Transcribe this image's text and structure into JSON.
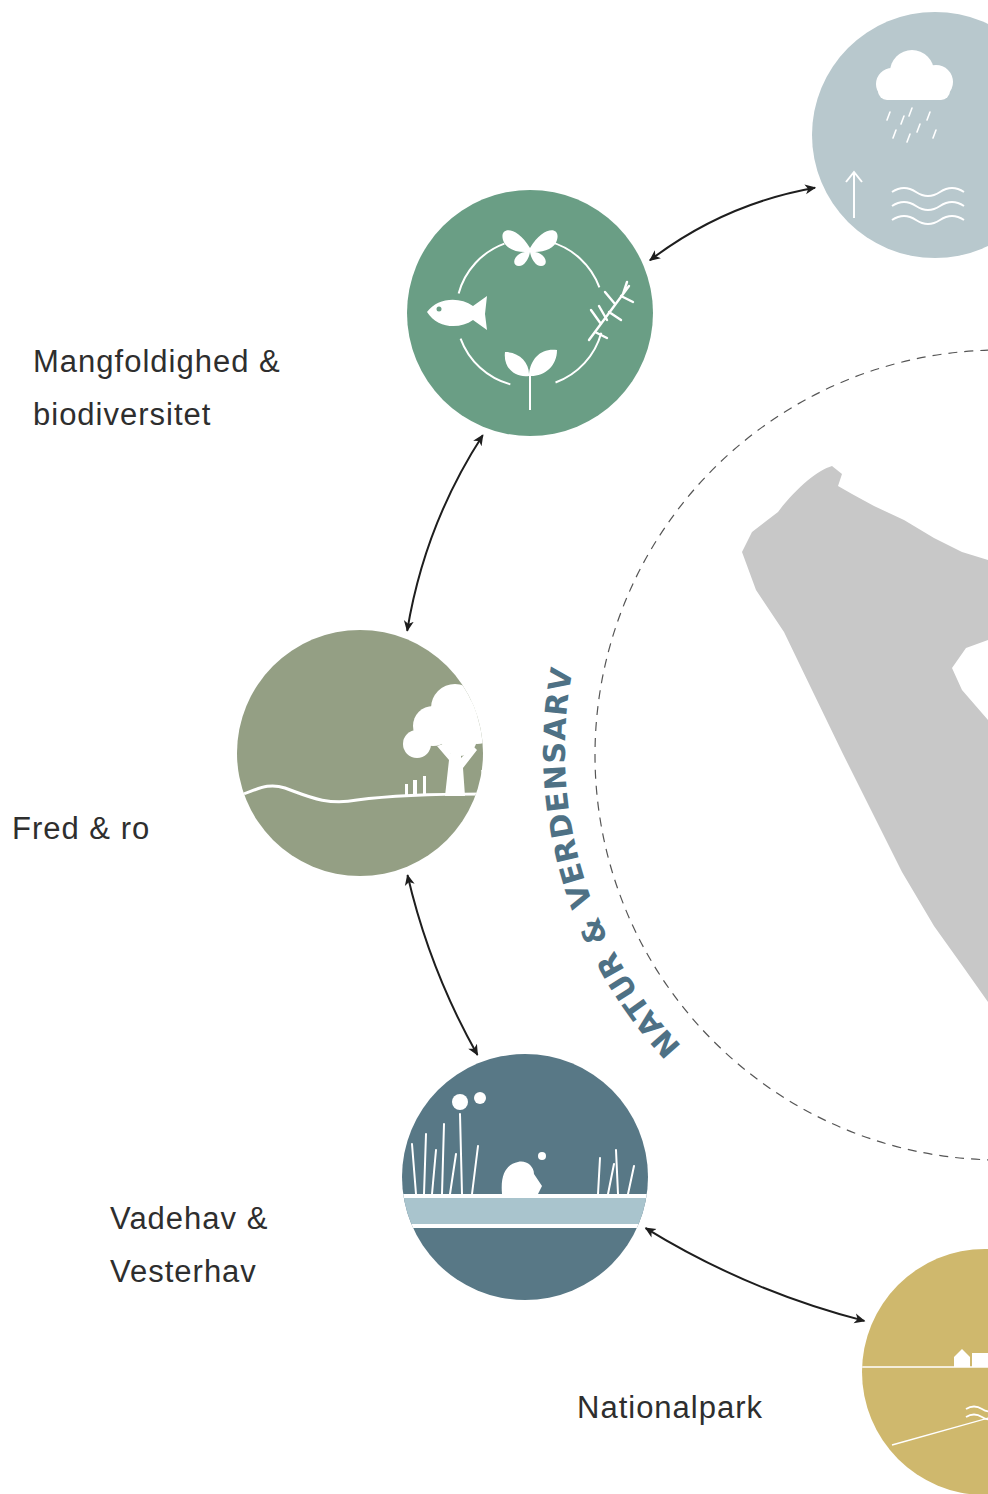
{
  "diagram": {
    "nodes": [
      {
        "text": []
      },
      {
        "text": [
          "Mangfoldighed & biodiversitet"
        ]
      },
      {
        "text": [
          "Fred & ro"
        ]
      },
      {
        "text": [
          "Vadehav & Vesterhav"
        ]
      },
      {
        "text": [
          "Nationalpark"
        ]
      }
    ],
    "edges": [
      {
        "from": 1,
        "to": 0,
        "arrow": "both"
      },
      {
        "from": 1,
        "to": 2,
        "arrow": "both"
      },
      {
        "from": 2,
        "to": 3,
        "arrow": "both"
      },
      {
        "from": 3,
        "to": 4,
        "arrow": "both"
      }
    ],
    "labels": [
      "NATUR & VERDENSARV"
    ]
  }
}
